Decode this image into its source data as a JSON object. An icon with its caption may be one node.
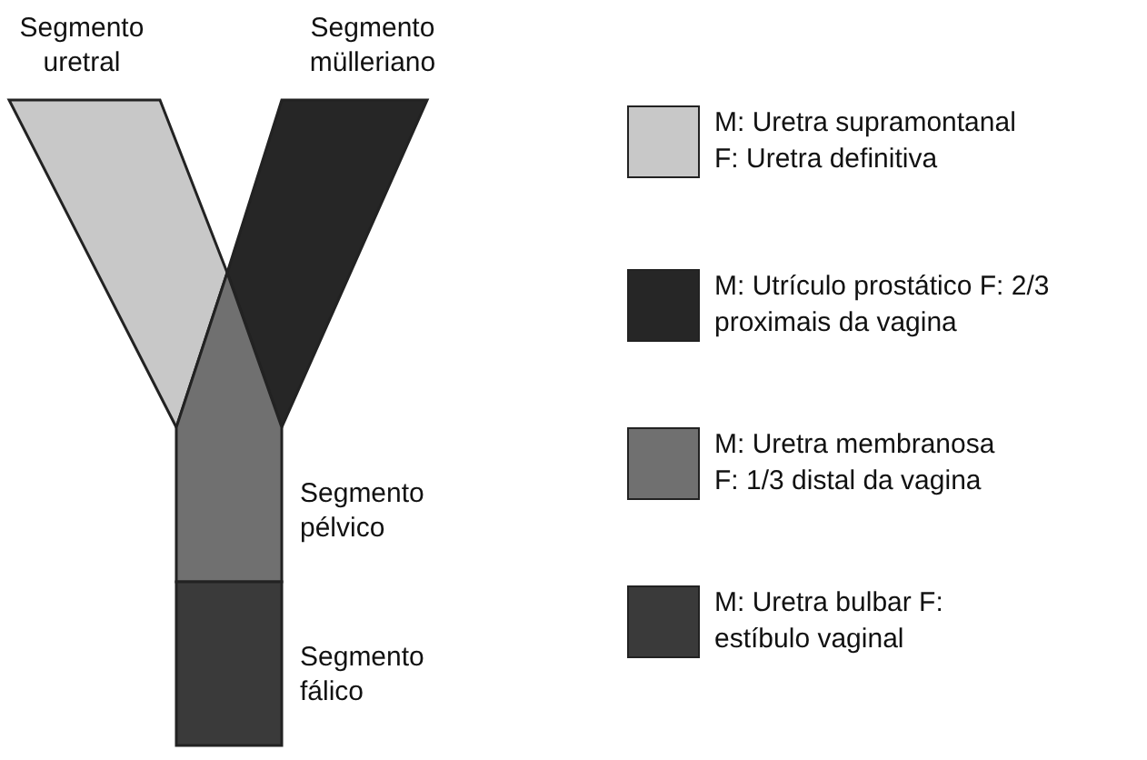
{
  "diagram": {
    "labels": [
      "Segmento uretral",
      "Segmento mülleriano",
      "Segmento pélvico",
      "Segmento fálico"
    ],
    "legend": [
      {
        "text": "M: Uretra supramontanal F: Uretra definitiva",
        "color": "#c8c8c8"
      },
      {
        "text": "M: Utrículo prostático F: 2/3 proximais da vagina",
        "color": "#262626"
      },
      {
        "text": "M: Uretra membranosa F: 1/3 distal da vagina",
        "color": "#707070"
      },
      {
        "text": "M: Uretra bulbar F: estíbulo vaginal",
        "color": "#3a3a3a"
      }
    ]
  }
}
